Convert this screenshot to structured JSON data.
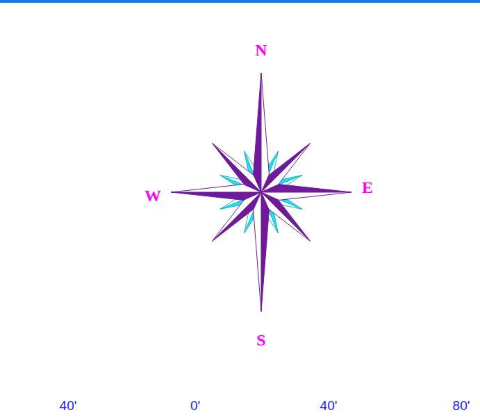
{
  "diagram": {
    "labels": [
      "N",
      "W",
      "E",
      "S",
      "40'",
      "0'",
      "40'",
      "80'"
    ]
  }
}
